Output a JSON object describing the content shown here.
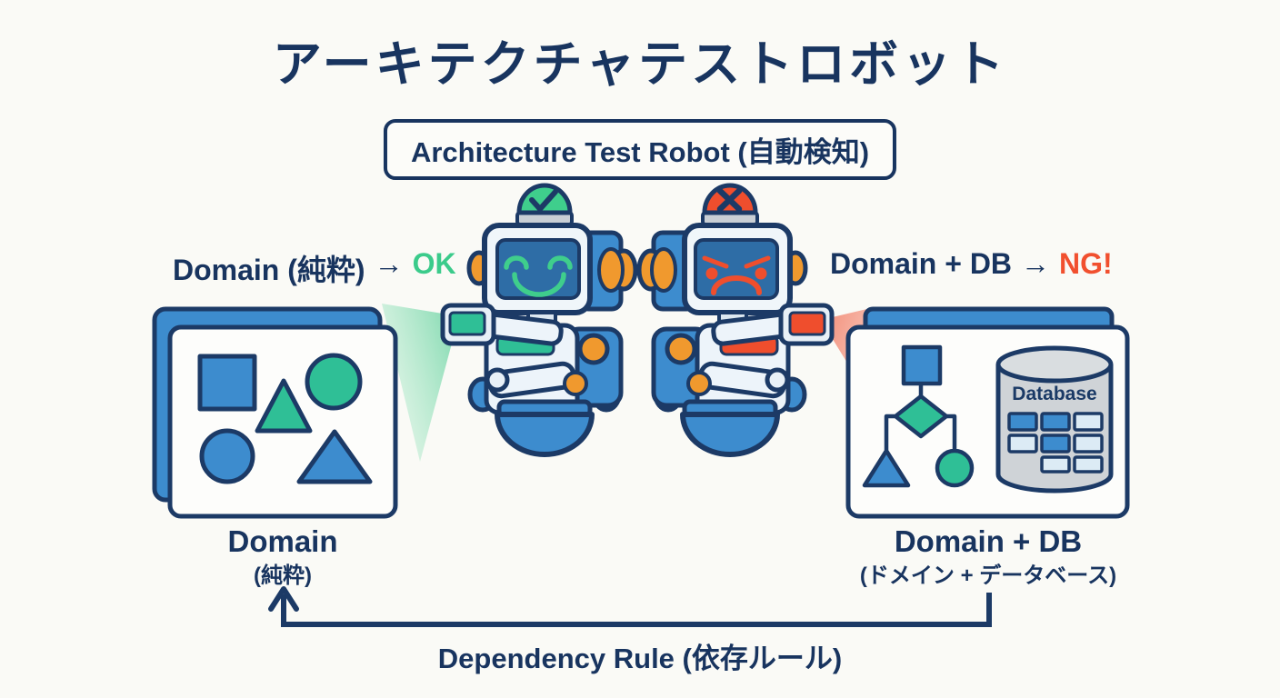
{
  "title": "アーキテクチャテストロボット",
  "subtitle": "Architecture Test Robot (自動検知)",
  "left_panel": {
    "status_label": "Domain (純粋)",
    "status_arrow": "→",
    "status_result": "OK",
    "card_title": "Domain",
    "card_subtitle": "(純粋)"
  },
  "right_panel": {
    "status_label": "Domain + DB",
    "status_arrow": "→",
    "status_result": "NG!",
    "card_title": "Domain + DB",
    "card_subtitle": "(ドメイン + データベース)",
    "database_label": "Database"
  },
  "footer": {
    "dependency_rule": "Dependency Rule (依存ルール)"
  },
  "icons": {
    "check_icon": "✓",
    "cross_icon": "✕"
  },
  "colors": {
    "navy": "#1C3A66",
    "blue": "#3D8CCE",
    "teal": "#2FBF96",
    "green": "#3FCE8C",
    "orange": "#F0992E",
    "red": "#EF4E2D",
    "gray": "#CFD3D7",
    "background": "#FAFAF6"
  }
}
